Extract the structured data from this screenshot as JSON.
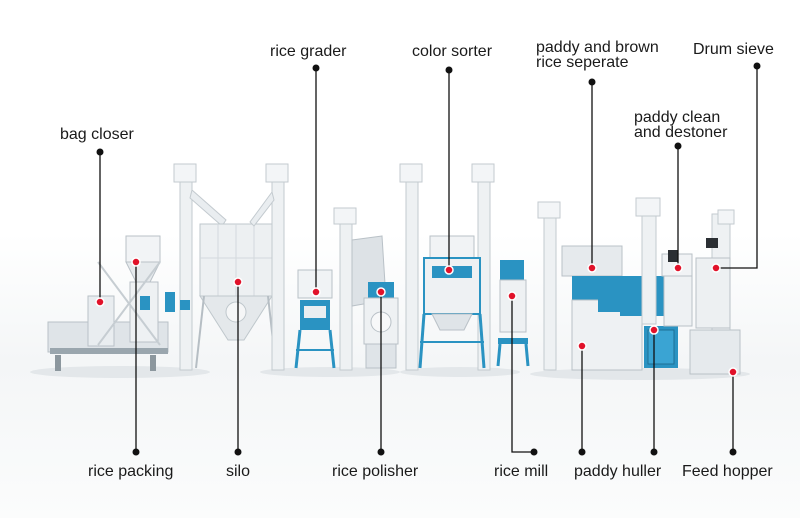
{
  "labels": {
    "rice_grader": "rice grader",
    "color_sorter": "color sorter",
    "paddy_brown_1": "paddy and brown",
    "paddy_brown_2": "rice seperate",
    "drum_sieve": "Drum sieve",
    "paddy_clean_1": "paddy clean",
    "paddy_clean_2": "and destoner",
    "bag_closer": "bag closer",
    "rice_packing": "rice packing",
    "silo": "silo",
    "rice_polisher": "rice polisher",
    "rice_mill": "rice mill",
    "paddy_huller": "paddy huller",
    "feed_hopper": "Feed hopper"
  },
  "colors": {
    "leader": "#111111",
    "marker": "#e1122a",
    "machine": "#eef1f3",
    "accent": "#2a93c2",
    "steel": "#c7ced3"
  }
}
